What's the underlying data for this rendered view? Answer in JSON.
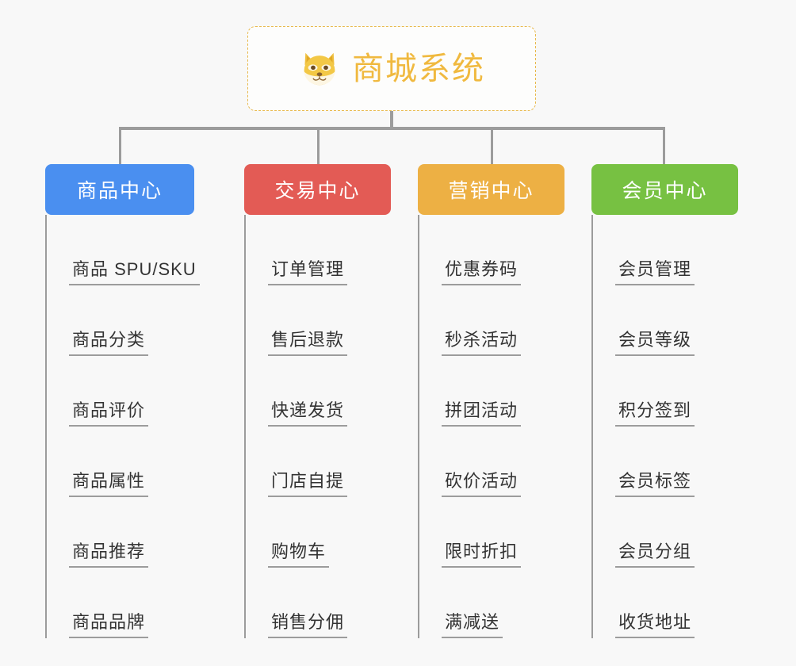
{
  "diagram": {
    "type": "mindmap",
    "background_color": "#f8f8f8",
    "root": {
      "title": "商城系统",
      "icon": "shiba-dog-emoji",
      "border_color": "#e8b94d",
      "text_color": "#f0b93f"
    },
    "connector_color": "#9c9c9c",
    "categories": [
      {
        "label": "商品中心",
        "color": "#4a8ff0",
        "items": [
          "商品 SPU/SKU",
          "商品分类",
          "商品评价",
          "商品属性",
          "商品推荐",
          "商品品牌"
        ]
      },
      {
        "label": "交易中心",
        "color": "#e35b55",
        "items": [
          "订单管理",
          "售后退款",
          "快递发货",
          "门店自提",
          "购物车",
          "销售分佣"
        ]
      },
      {
        "label": "营销中心",
        "color": "#edb044",
        "items": [
          "优惠券码",
          "秒杀活动",
          "拼团活动",
          "砍价活动",
          "限时折扣",
          "满减送"
        ]
      },
      {
        "label": "会员中心",
        "color": "#77c142",
        "items": [
          "会员管理",
          "会员等级",
          "积分签到",
          "会员标签",
          "会员分组",
          "收货地址"
        ]
      }
    ]
  }
}
